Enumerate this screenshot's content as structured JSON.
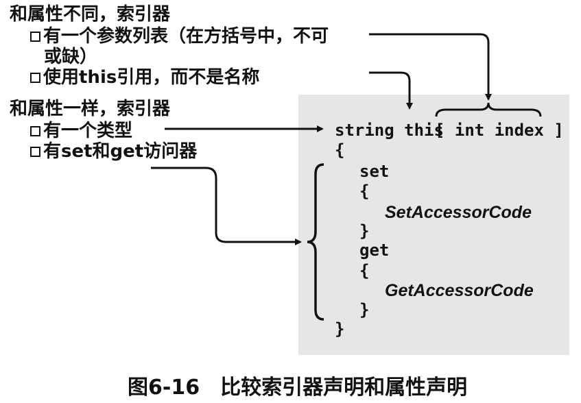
{
  "left_notes": {
    "group1": {
      "heading": "和属性不同，索引器",
      "bullet1_line1": "有一个参数列表（在方括号中，不可",
      "bullet1_line2": "或缺）",
      "bullet2": "使用this引用，而不是名称"
    },
    "group2": {
      "heading": "和属性一样，索引器",
      "bullet1": "有一个类型",
      "bullet2": "有set和get访问器"
    }
  },
  "code": {
    "l_decl_a": "string this",
    "l_decl_b": "[ int index ]",
    "l_open_outer": "{",
    "l_set": "set",
    "l_open_set": "{",
    "l_set_body": "SetAccessorCode",
    "l_close_set": "}",
    "l_get": "get",
    "l_open_get": "{",
    "l_get_body": "GetAccessorCode",
    "l_close_get": "}",
    "l_close_outer": "}"
  },
  "caption": {
    "number": "图6-16",
    "text": "比较索引器声明和属性声明"
  }
}
